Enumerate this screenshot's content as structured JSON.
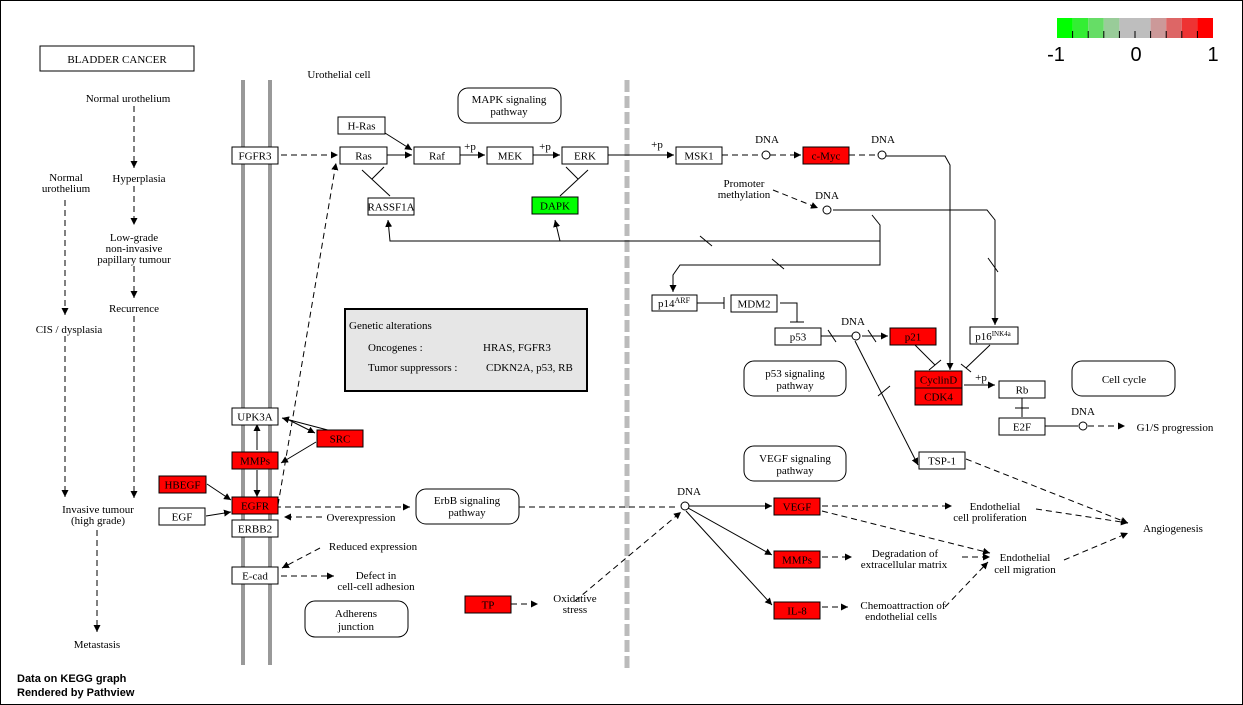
{
  "title": "BLADDER CANCER",
  "footer": [
    "Data on KEGG graph",
    "Rendered by Pathview"
  ],
  "colors": {
    "up": "#ff0000",
    "down": "#00ff00",
    "neutral": "#ffffff",
    "membrane": "#999999",
    "box": "#e6e6e6"
  },
  "legend": {
    "colors": [
      "#00ff00",
      "#33ee33",
      "#66dd66",
      "#99cc99",
      "#bebebe",
      "#bebebe",
      "#cc9999",
      "#dd6666",
      "#ee3333",
      "#ff0000"
    ],
    "tick_labels": [
      "-1",
      "0",
      "1"
    ]
  },
  "nodes": [
    {
      "id": "hras",
      "label": "H-Ras",
      "state": "neutral"
    },
    {
      "id": "fgfr3",
      "label": "FGFR3",
      "state": "neutral"
    },
    {
      "id": "ras",
      "label": "Ras",
      "state": "neutral"
    },
    {
      "id": "raf",
      "label": "Raf",
      "state": "neutral"
    },
    {
      "id": "mek",
      "label": "MEK",
      "state": "neutral"
    },
    {
      "id": "erk",
      "label": "ERK",
      "state": "neutral"
    },
    {
      "id": "msk1",
      "label": "MSK1",
      "state": "neutral"
    },
    {
      "id": "cmyc",
      "label": "c-Myc",
      "state": "up"
    },
    {
      "id": "rassf1a",
      "label": "RASSF1A",
      "state": "neutral"
    },
    {
      "id": "dapk",
      "label": "DAPK",
      "state": "down"
    },
    {
      "id": "mdm2",
      "label": "MDM2",
      "state": "neutral"
    },
    {
      "id": "p53",
      "label": "p53",
      "state": "neutral"
    },
    {
      "id": "p21",
      "label": "p21",
      "state": "up"
    },
    {
      "id": "cyclind",
      "label": "CyclinD",
      "state": "up"
    },
    {
      "id": "cdk4",
      "label": "CDK4",
      "state": "up"
    },
    {
      "id": "rb",
      "label": "Rb",
      "state": "neutral"
    },
    {
      "id": "e2f",
      "label": "E2F",
      "state": "neutral"
    },
    {
      "id": "tsp1",
      "label": "TSP-1",
      "state": "neutral"
    },
    {
      "id": "upk3a",
      "label": "UPK3A",
      "state": "neutral"
    },
    {
      "id": "src",
      "label": "SRC",
      "state": "up"
    },
    {
      "id": "mmps1",
      "label": "MMPs",
      "state": "up"
    },
    {
      "id": "hbegf",
      "label": "HBEGF",
      "state": "up"
    },
    {
      "id": "egfr",
      "label": "EGFR",
      "state": "up"
    },
    {
      "id": "egf",
      "label": "EGF",
      "state": "neutral"
    },
    {
      "id": "erbb2",
      "label": "ERBB2",
      "state": "neutral"
    },
    {
      "id": "ecad",
      "label": "E-cad",
      "state": "neutral"
    },
    {
      "id": "vegf",
      "label": "VEGF",
      "state": "up"
    },
    {
      "id": "mmps2",
      "label": "MMPs",
      "state": "up"
    },
    {
      "id": "il8",
      "label": "IL-8",
      "state": "up"
    },
    {
      "id": "tp",
      "label": "TP",
      "state": "up"
    }
  ],
  "special_nodes": {
    "p14_base": "p14",
    "p14_sup": "ARF",
    "p16_base": "p16",
    "p16_sup": "INK4a"
  },
  "pathways": [
    {
      "id": "mapk",
      "lines": [
        "MAPK signaling",
        "pathway"
      ]
    },
    {
      "id": "p53sig",
      "lines": [
        "p53 signaling",
        "pathway"
      ]
    },
    {
      "id": "cellcycle",
      "lines": [
        "Cell cycle"
      ]
    },
    {
      "id": "vegfsig",
      "lines": [
        "VEGF signaling",
        "pathway"
      ]
    },
    {
      "id": "erbb",
      "lines": [
        "ErbB signaling",
        "pathway"
      ]
    },
    {
      "id": "adherens",
      "lines": [
        "Adherens",
        "junction"
      ]
    }
  ],
  "genetic_box": {
    "title": "Genetic alterations",
    "rows": [
      {
        "label": "Oncogenes :",
        "value": "HRAS, FGFR3"
      },
      {
        "label": "Tumor suppressors :",
        "value": "CDKN2A, p53, RB"
      }
    ]
  },
  "labels": {
    "urothelial_cell": "Urothelial cell",
    "normal_urothelium": "Normal urothelium",
    "normal_urothelium_2": [
      "Normal",
      "urothelium"
    ],
    "hyperplasia": "Hyperplasia",
    "low_grade": [
      "Low-grade",
      "non-invasive",
      "papillary tumour"
    ],
    "recurrence": "Recurrence",
    "cis": "CIS / dysplasia",
    "invasive": [
      "Invasive tumour",
      "(high grade)"
    ],
    "metastasis": "Metastasis",
    "promoter_methylation": [
      "Promoter",
      "methylation"
    ],
    "dna": "DNA",
    "plus_p": "+p",
    "g1s": "G1/S progression",
    "overexpression": "Overexpression",
    "reduced_expression": "Reduced expression",
    "defect": [
      "Defect in",
      "cell-cell adhesion"
    ],
    "oxidative": [
      "Oxidative",
      "stress"
    ],
    "endo_prolif": [
      "Endothelial",
      "cell proliferation"
    ],
    "degradation": [
      "Degradation of",
      "extracellular matrix"
    ],
    "chemoattraction": [
      "Chemoattraction of",
      "endothelial cells"
    ],
    "endo_migration": [
      "Endothelial",
      "cell migration"
    ],
    "angiogenesis": "Angiogenesis"
  }
}
